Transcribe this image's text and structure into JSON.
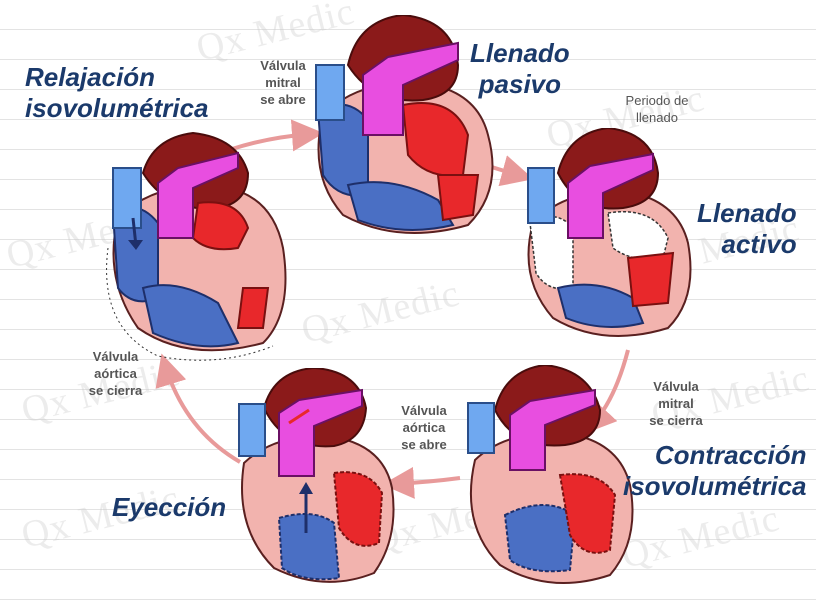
{
  "watermark": "Qx Medic",
  "stages": {
    "relajacion": {
      "line1": "Relajación",
      "line2": "isovolumétrica"
    },
    "llenado_pasivo": {
      "line1": "Llenado",
      "line2": "pasivo"
    },
    "llenado_activo": {
      "line1": "Llenado",
      "line2": "activo"
    },
    "contraccion": {
      "line1": "Contracción",
      "line2": "isovolumétrica"
    },
    "eyeccion": {
      "line1": "Eyección"
    }
  },
  "notes": {
    "mitral_opens": {
      "line1": "Válvula",
      "line2": "mitral",
      "line3": "se abre"
    },
    "filling_period": {
      "line1": "Periodo de",
      "line2": "llenado"
    },
    "mitral_closes": {
      "line1": "Válvula",
      "line2": "mitral",
      "line3": "se cierra"
    },
    "aortic_opens": {
      "line1": "Válvula",
      "line2": "aórtica",
      "line3": "se abre"
    },
    "aortic_closes": {
      "line1": "Válvula",
      "line2": "aórtica",
      "line3": "se cierra"
    }
  },
  "colors": {
    "title": "#1b3a6b",
    "cycle_arrow": "#e89a9a",
    "myocardium": "#f2b3ae",
    "atrium_dark": "#8b1a1a",
    "aorta": "#e84ee0",
    "vena_cava": "#6fa8f0",
    "deoxygenated": "#4a6fc4",
    "oxygenated": "#e8282b"
  }
}
